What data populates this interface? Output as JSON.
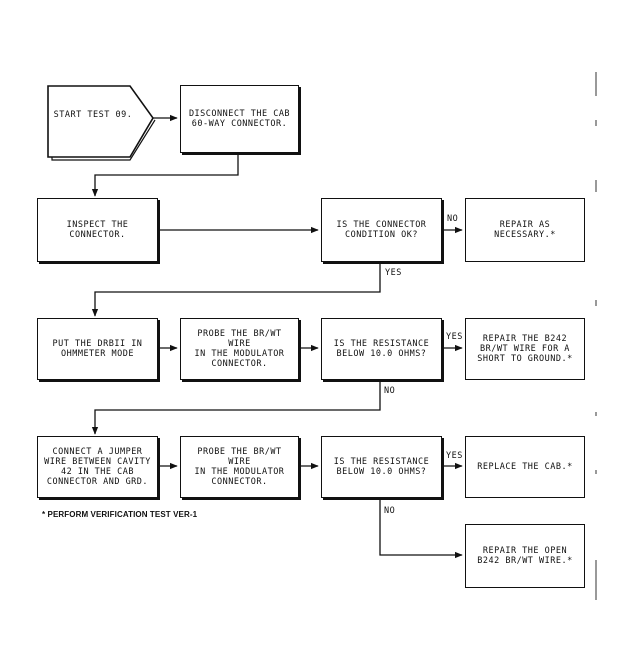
{
  "nodes": {
    "start": "START TEST 09.",
    "disconnect": "DISCONNECT THE CAB\n60-WAY CONNECTOR.",
    "inspect": "INSPECT THE\nCONNECTOR.",
    "connector_ok": "IS THE CONNECTOR\nCONDITION OK?",
    "repair_necessary": "REPAIR AS\nNECESSARY.*",
    "ohmmeter": "PUT THE DRBII IN\nOHMMETER MODE",
    "probe1": "PROBE THE BR/WT WIRE\nIN THE MODULATOR\nCONNECTOR.",
    "resistance1": "IS THE RESISTANCE\nBELOW 10.0 OHMS?",
    "repair_short": "REPAIR THE B242\nBR/WT WIRE FOR A\nSHORT TO GROUND.*",
    "jumper": "CONNECT A JUMPER\nWIRE BETWEEN CAVITY\n42 IN THE CAB\nCONNECTOR AND GRD.",
    "probe2": "PROBE THE BR/WT WIRE\nIN THE MODULATOR\nCONNECTOR.",
    "resistance2": "IS THE RESISTANCE\nBELOW 10.0 OHMS?",
    "replace_cab": "REPLACE THE CAB.*",
    "repair_open": "REPAIR THE OPEN\nB242 BR/WT WIRE.*"
  },
  "edge_labels": {
    "no1": "NO",
    "yes1": "YES",
    "yes2": "YES",
    "no2": "NO",
    "yes3": "YES",
    "no3": "NO"
  },
  "footnote": "* PERFORM VERIFICATION TEST VER-1"
}
